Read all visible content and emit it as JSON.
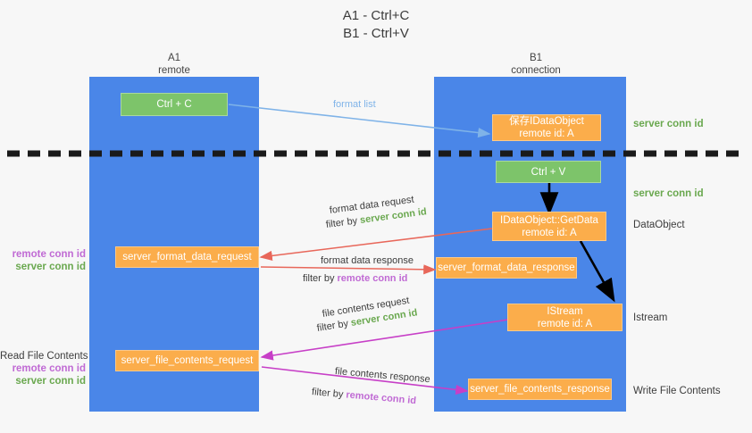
{
  "title": {
    "line1": "A1 - Ctrl+C",
    "line2": "B1 - Ctrl+V"
  },
  "columns": [
    {
      "name": "A1",
      "sub": "remote"
    },
    {
      "name": "B1",
      "sub": "connection"
    }
  ],
  "nodes": {
    "ctrl_c": {
      "label": "Ctrl + C"
    },
    "save_idataobject": {
      "line1": "保存IDataObject",
      "line2": "remote id: A"
    },
    "ctrl_v": {
      "label": "Ctrl + V"
    },
    "getdata": {
      "line1": "IDataObject::GetData",
      "line2": "remote id: A"
    },
    "server_format_data_request": {
      "label": "server_format_data_request"
    },
    "server_format_data_response": {
      "label": "server_format_data_response"
    },
    "istream": {
      "line1": "IStream",
      "line2": "remote id: A"
    },
    "server_file_contents_request": {
      "label": "server_file_contents_request"
    },
    "server_file_contents_response": {
      "label": "server_file_contents_response"
    }
  },
  "right_labels": {
    "server_conn_id_1": "server conn id",
    "server_conn_id_2": "server conn id",
    "dataobject": "DataObject",
    "istream": "Istream",
    "write_file_contents": "Write File Contents"
  },
  "left_labels": {
    "remote_conn_id_1": "remote conn id",
    "server_conn_id_1": "server conn id",
    "read_file_contents": "Read File Contents",
    "remote_conn_id_2": "remote conn id",
    "server_conn_id_2": "server conn id"
  },
  "edges": {
    "format_list": "format list",
    "format_data_request": "format data request",
    "format_data_request_filter_prefix": "filter by ",
    "format_data_request_filter_value": "server conn id",
    "format_data_response": "format data response",
    "format_data_response_filter_prefix": "filter by ",
    "format_data_response_filter_value": "remote conn id",
    "file_contents_request": "file contents request",
    "file_contents_request_filter_prefix": "filter by ",
    "file_contents_request_filter_value": "server conn id",
    "file_contents_response": "file contents response",
    "file_contents_response_filter_prefix": "filter by ",
    "file_contents_response_filter_value": "remote conn id"
  },
  "colors": {
    "lane": "#4a86e8",
    "node_green": "#7dc46a",
    "node_orange": "#fbad4b",
    "server_conn_id": "#6aa84f",
    "remote_conn_id": "#c06ad4",
    "arrow_blue": "#7fb3e8",
    "arrow_red": "#e8675a",
    "arrow_magenta": "#c73fc7",
    "arrow_black": "#000000",
    "divider": "#1a1a1a"
  }
}
